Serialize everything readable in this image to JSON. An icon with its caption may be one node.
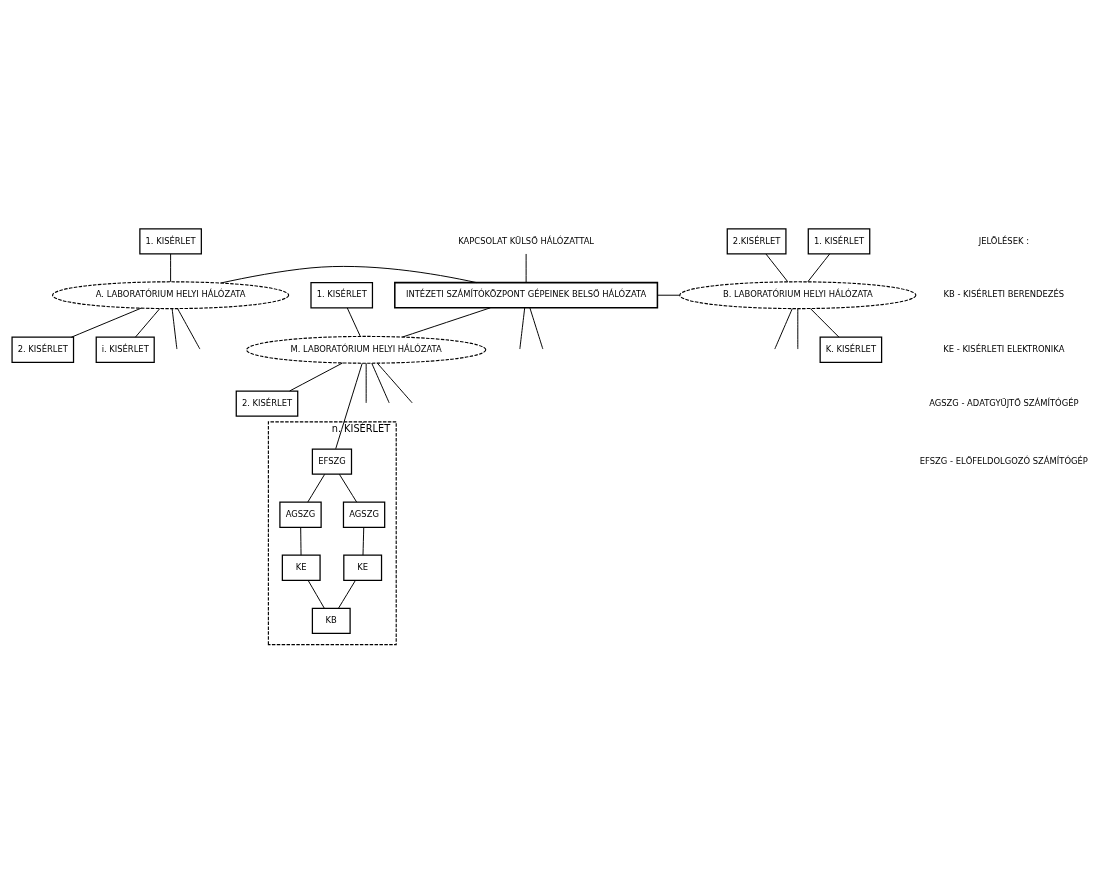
{
  "diagram": {
    "nodes": [
      {
        "text": [
          "KAPCSOLAT KÜLSŐ HÁLÓZATTAL"
        ]
      },
      {
        "text": [
          "INTÉZETI SZÁMÍTÓKÖZPONT GÉPEINEK BELSŐ HÁLÓZATA"
        ]
      },
      {
        "text": [
          "A. LABORATÓRIUM HELYI HÁLÓZATA"
        ]
      },
      {
        "text": [
          "1. KISÉRLET"
        ]
      },
      {
        "text": [
          "2. KISÉRLET"
        ]
      },
      {
        "text": [
          "i. KISÉRLET"
        ]
      },
      {
        "text": [
          "B. LABORATÓRIUM HELYI HÁLÓZATA"
        ]
      },
      {
        "text": [
          "2.KISÉRLET"
        ]
      },
      {
        "text": [
          "1. KISÉRLET"
        ]
      },
      {
        "text": [
          "K. KISÉRLET"
        ]
      },
      {
        "text": [
          "M. LABORATÓRIUM HELYI HÁLÓZATA"
        ]
      },
      {
        "text": [
          "1. KISÉRLET"
        ]
      },
      {
        "text": [
          "2. KISÉRLET"
        ]
      },
      {
        "text": [
          "n. KISÉRLET"
        ]
      },
      {
        "text": [
          "EFSZG"
        ],
        "in": 13
      },
      {
        "text": [
          "AGSZG"
        ],
        "in": 13
      },
      {
        "text": [
          "AGSZG"
        ],
        "in": 13
      },
      {
        "text": [
          "KE"
        ],
        "in": 13
      },
      {
        "text": [
          "KE"
        ],
        "in": 13
      },
      {
        "text": [
          "KB"
        ],
        "in": 13
      }
    ],
    "edges": [
      {
        "from": 1,
        "to": 0,
        "arrow": "none"
      },
      {
        "from": 1,
        "to": null,
        "arrow": "none"
      },
      {
        "from": 2,
        "to": 1,
        "arrow": "none"
      },
      {
        "from": 1,
        "to": null,
        "arrow": "none"
      },
      {
        "from": 1,
        "to": 6,
        "arrow": "none"
      },
      {
        "from": 1,
        "to": 10,
        "arrow": "none"
      },
      {
        "from": 3,
        "to": 2,
        "arrow": "none"
      },
      {
        "from": 2,
        "to": null,
        "arrow": "none"
      },
      {
        "from": 2,
        "to": null,
        "arrow": "none"
      },
      {
        "from": 2,
        "to": 4,
        "arrow": "none"
      },
      {
        "from": 2,
        "to": 5,
        "arrow": "none"
      },
      {
        "from": 7,
        "to": 6,
        "arrow": "none"
      },
      {
        "from": 8,
        "to": 6,
        "arrow": "none"
      },
      {
        "from": 6,
        "to": null,
        "arrow": "none"
      },
      {
        "from": 6,
        "to": null,
        "arrow": "none"
      },
      {
        "from": 6,
        "to": 9,
        "arrow": "none"
      },
      {
        "from": 11,
        "to": 10,
        "arrow": "none"
      },
      {
        "from": 10,
        "to": null,
        "arrow": "none"
      },
      {
        "from": 10,
        "to": null,
        "arrow": "none"
      },
      {
        "from": 10,
        "to": null,
        "arrow": "none"
      },
      {
        "from": 10,
        "to": 12,
        "arrow": "none"
      },
      {
        "from": 10,
        "to": 14,
        "arrow": "none"
      },
      {
        "from": 14,
        "to": 15,
        "arrow": "none"
      },
      {
        "from": 14,
        "to": 16,
        "arrow": "none"
      },
      {
        "from": 15,
        "to": 17,
        "arrow": "none"
      },
      {
        "from": 16,
        "to": 18,
        "arrow": "none"
      },
      {
        "from": 17,
        "to": 19,
        "arrow": "none"
      },
      {
        "from": 18,
        "to": 19,
        "arrow": "none"
      }
    ],
    "labels": [
      "JELÖLÉSEK :",
      "KB - KISÉRLETI BERENDEZÉS",
      "KE - KISÉRLETI ELEKTRONIKA",
      "AGSZG - ADATGYŰJTŐ SZÁMÍTÓGÉP",
      "EFSZG - ELŐFELDOLGOZÓ SZÁMÍTÓGÉP"
    ]
  }
}
